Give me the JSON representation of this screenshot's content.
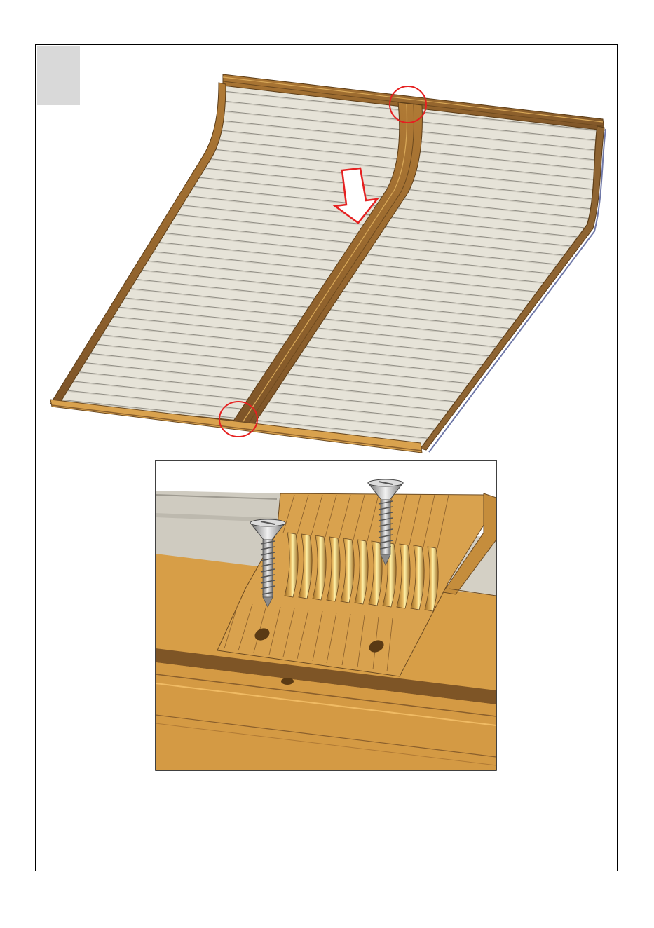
{
  "step": {
    "number": ""
  },
  "illustration": {
    "colors": {
      "panel": "#e3e0d5",
      "panel_line": "#8f8c83",
      "wood_dark": "#8a5f2c",
      "wood_light": "#d6a04c",
      "wood_mid": "#c08a3c",
      "highlight": "#e52020",
      "screw": "#a7a7a7"
    },
    "callouts": [
      "top-joint-circle",
      "bottom-joint-circle"
    ],
    "arrow": "down-arrow",
    "detail_screws": 2
  }
}
